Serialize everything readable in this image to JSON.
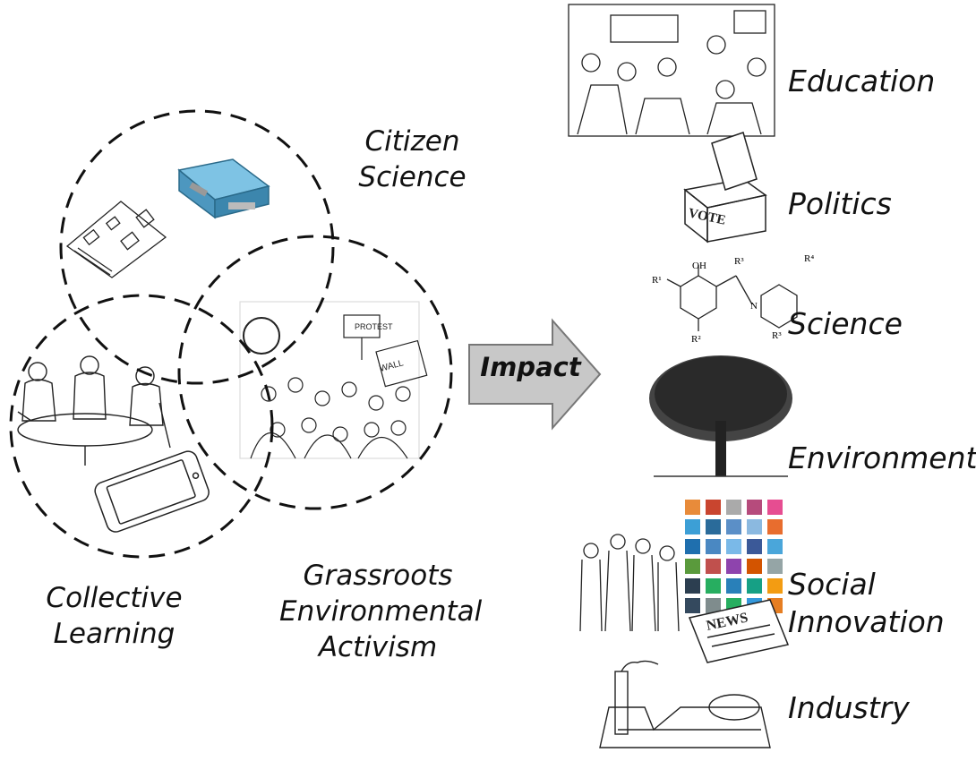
{
  "circles": {
    "citizen_science": [
      "Citizen",
      "Science"
    ],
    "collective_learning": [
      "Collective",
      "Learning"
    ],
    "grassroots": [
      "Grassroots",
      "Environmental",
      "Activism"
    ]
  },
  "arrow_label": "Impact",
  "outcomes": {
    "education": "Education",
    "politics": "Politics",
    "science": "Science",
    "environment": "Environment",
    "social_innovation": [
      "Social",
      "Innovation"
    ],
    "industry": "Industry"
  },
  "ballot_text": "VOTE",
  "news_text": "NEWS",
  "chem_labels": {
    "oh": "OH",
    "n": "N",
    "r1": "R¹",
    "r2": "R²",
    "r3a": "R³",
    "r3b": "R³",
    "r4": "R⁴"
  },
  "protest_signs": [
    "WALL",
    "PROTEST"
  ],
  "colors": {
    "line": "#111111",
    "arrow_fill": "#c8c8c8",
    "pi_blue": "#5da9cf"
  }
}
